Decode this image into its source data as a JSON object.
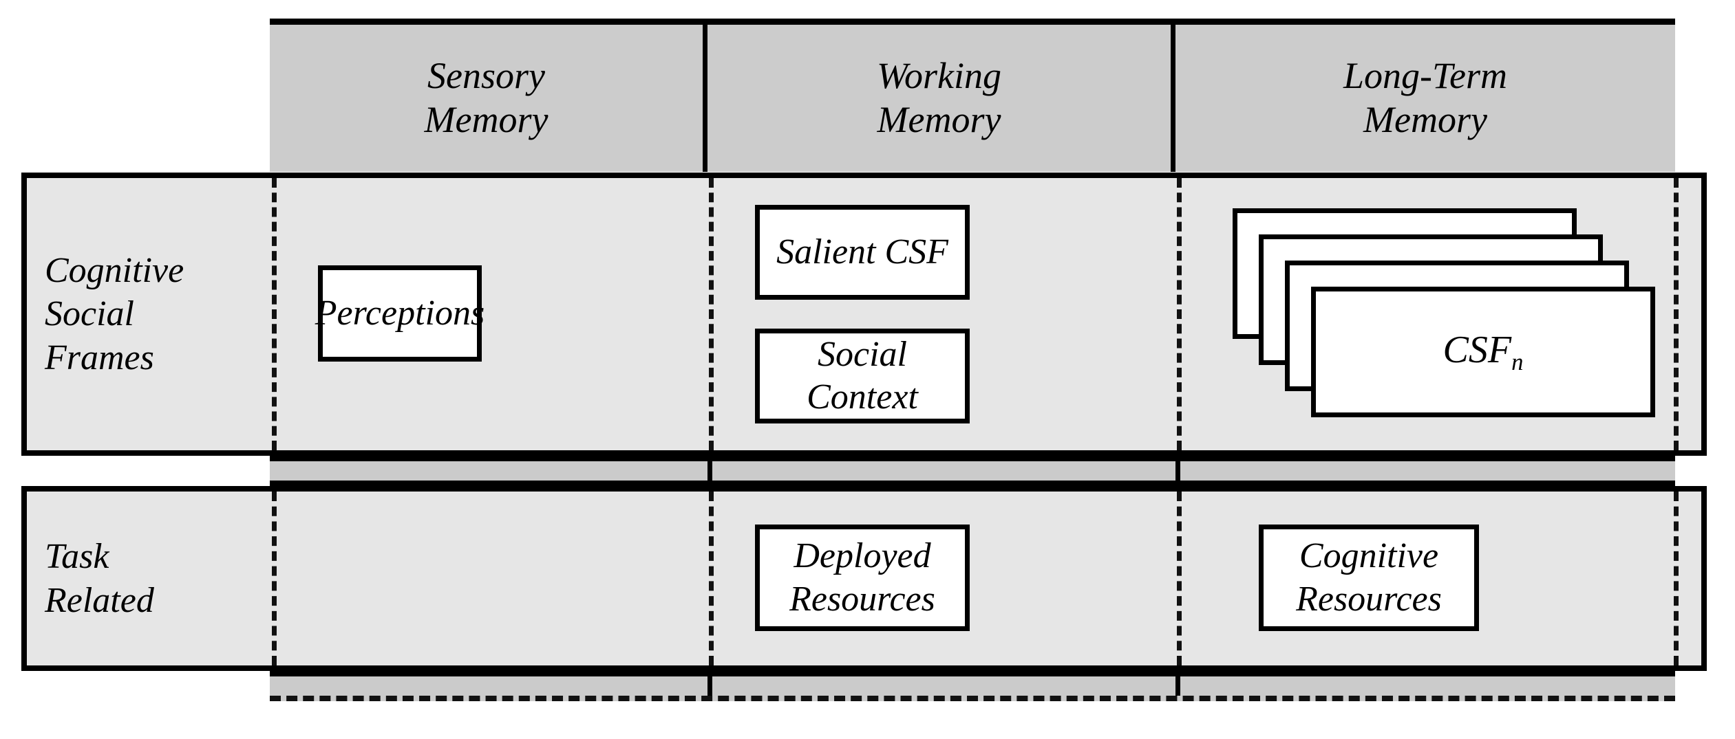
{
  "figure": {
    "type": "matrix-diagram",
    "title": "Cognitive Social Frames across memory systems",
    "colors": {
      "header_fill": "#cccccc",
      "row_fill": "#e6e6e6",
      "strip_fill": "#cbcbcb",
      "box_fill": "#ffffff",
      "line": "#000000",
      "page": "#ffffff"
    }
  },
  "columns": [
    {
      "id": "sensory",
      "line1": "Sensory",
      "line2": "Memory"
    },
    {
      "id": "working",
      "line1": "Working",
      "line2": "Memory"
    },
    {
      "id": "long-term",
      "line1": "Long-Term",
      "line2": "Memory"
    }
  ],
  "rows": [
    {
      "id": "cognitive-social-frames",
      "label_lines": [
        "Cognitive",
        "Social",
        "Frames"
      ],
      "cells": {
        "sensory": [
          {
            "id": "perceptions",
            "label": "Perceptions"
          }
        ],
        "working": [
          {
            "id": "salient-csf",
            "label": "Salient CSF"
          },
          {
            "id": "social-context",
            "label": "Social Context"
          }
        ],
        "long-term": [
          {
            "id": "csf-stack",
            "label": "CSF",
            "subscript": "n",
            "card_count": 4
          }
        ]
      }
    },
    {
      "id": "task-related",
      "label_lines": [
        "Task",
        "Related"
      ],
      "cells": {
        "sensory": [],
        "working": [
          {
            "id": "deployed-resources",
            "line1": "Deployed",
            "line2": "Resources"
          }
        ],
        "long-term": [
          {
            "id": "cognitive-resources",
            "line1": "Cognitive",
            "line2": "Resources"
          }
        ]
      }
    }
  ]
}
